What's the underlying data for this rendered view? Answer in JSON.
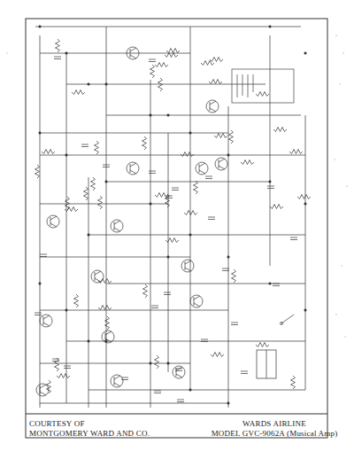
{
  "diagram": {
    "labels": [
      "COURTESY OF",
      "MONTGOMERY WARD AND CO.",
      "WARDS AIRLINE",
      "MODEL GVC-9062A (Musical Amp)"
    ]
  }
}
